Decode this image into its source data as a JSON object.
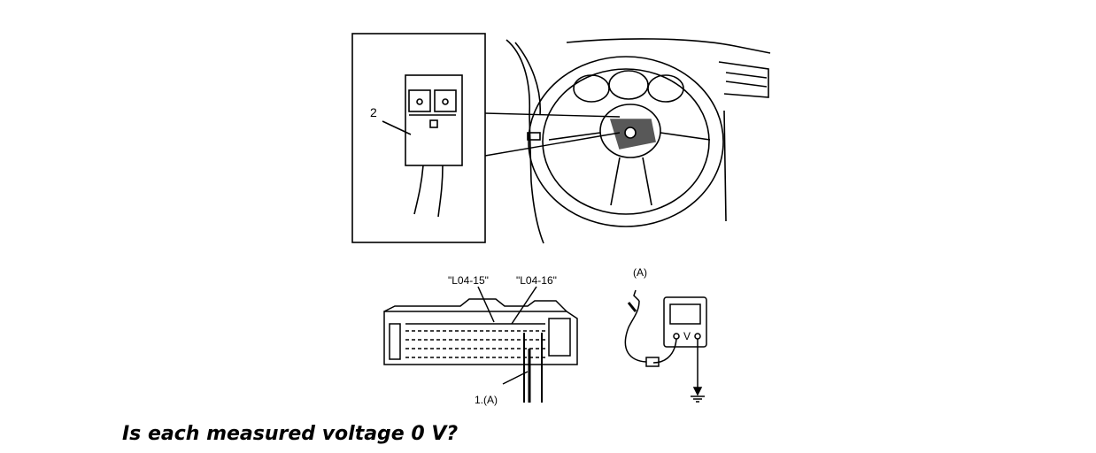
{
  "labels": {
    "switch_callout": "2",
    "pin_a": "\"L04-15\"",
    "pin_b": "\"L04-16\"",
    "meter_probe": "(A)",
    "harness_callout": "1.(A)",
    "meter_unit": "V"
  },
  "question": "Is each measured voltage 0 V?"
}
